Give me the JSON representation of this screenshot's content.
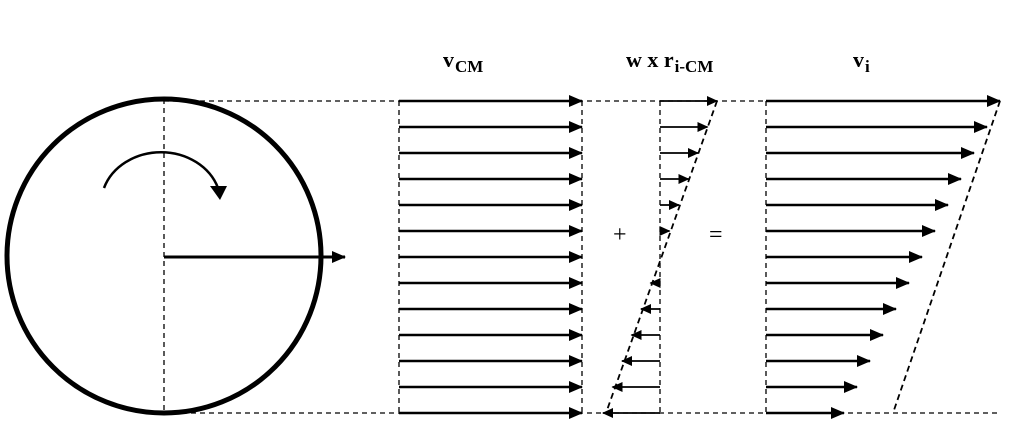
{
  "labels": {
    "v_cm": {
      "main": "v",
      "sub": "CM"
    },
    "w_x_r": {
      "main": "w x r",
      "sub": "i-CM"
    },
    "v_i": {
      "main": "v",
      "sub": "i"
    }
  },
  "operators": {
    "plus": "+",
    "equals": "="
  },
  "colors": {
    "ink": "#000000",
    "background": "#ffffff"
  },
  "rows": 13,
  "translation_speed": 1,
  "rotation_speed_at_rim": 0.5
}
